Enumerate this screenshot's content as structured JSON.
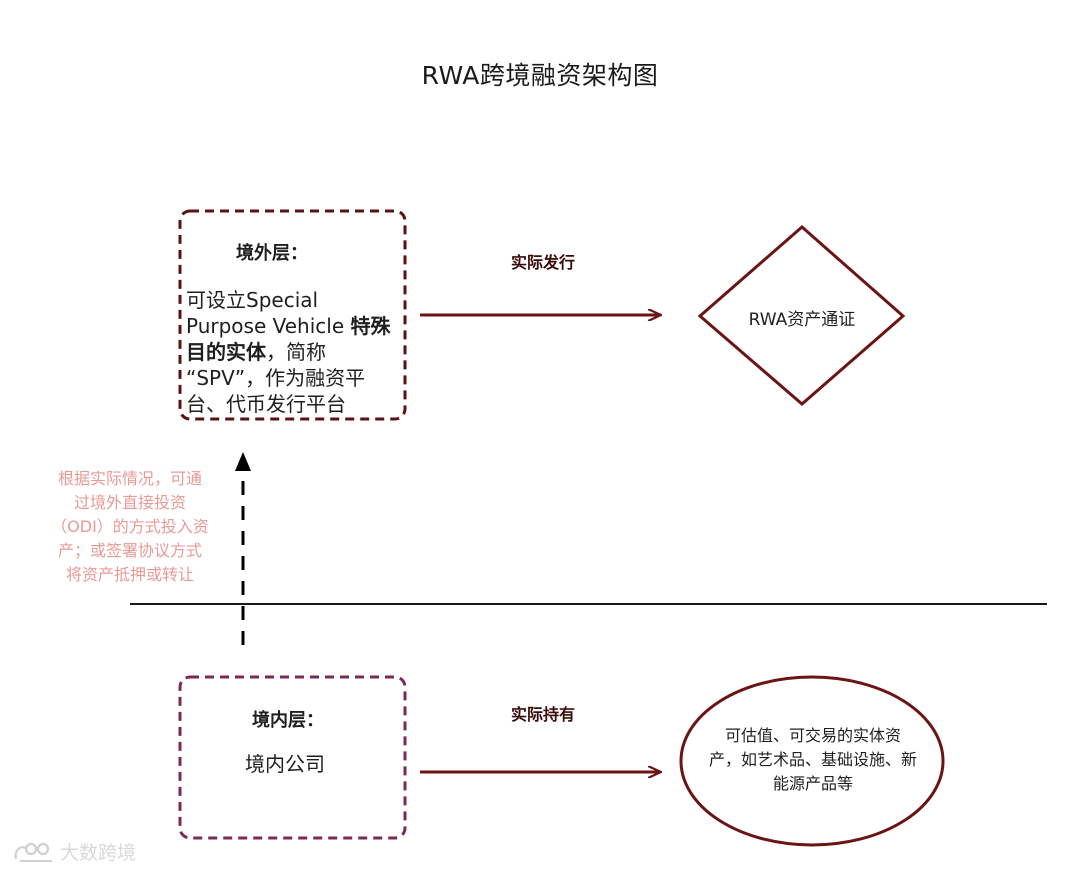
{
  "title": "RWA跨境融资架构图",
  "offshore": {
    "heading": "境外层：",
    "desc_lines": [
      "可设立Special",
      "Purpose Vehicle"
    ],
    "bold_part": "特殊",
    "bold_part2": "目的实体",
    "line3_rest": "，简称",
    "line4": "“SPV”，作为融资平",
    "line5": "台、代币发行平台"
  },
  "onshore": {
    "heading": "境内层：",
    "desc": "境内公司"
  },
  "labels": {
    "issue": "实际发行",
    "hold": "实际持有"
  },
  "token": {
    "label": "RWA资产通证"
  },
  "asset": {
    "lines": [
      "可估值、可交易的实体资",
      "产，如艺术品、基础设施、新",
      "能源产品等"
    ]
  },
  "note": {
    "lines": [
      "根据实际情况，可通",
      "过境外直接投资",
      "（ODI）的方式投入资",
      "产；或签署协议方式",
      "将资产抵押或转让"
    ]
  },
  "watermark": {
    "text": "大数跨境"
  },
  "colors": {
    "dark_red": "#6b1414",
    "purple": "#7a2a5a",
    "note_pink": "#e99a97"
  }
}
